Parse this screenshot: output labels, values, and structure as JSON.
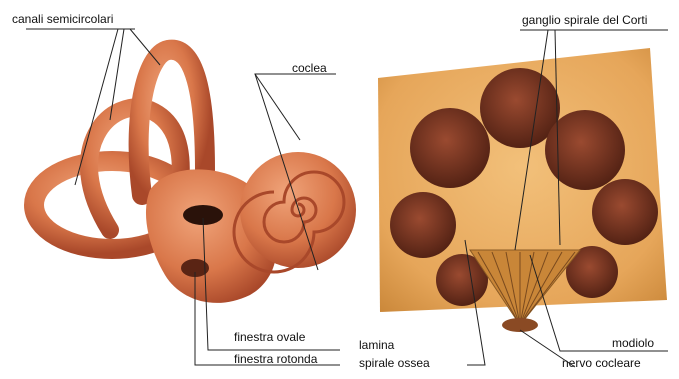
{
  "labels": {
    "canali": "canali semicircolari",
    "coclea": "coclea",
    "finestra_ovale": "finestra ovale",
    "finestra_rotonda": "finestra rotonda",
    "ganglio": "ganglio spirale del Corti",
    "modiolo": "modiolo",
    "lamina_1": "lamina",
    "lamina_2": "spirale ossea",
    "nervo": "nervo cocleare"
  },
  "colors": {
    "labyrinth": "#d9774a",
    "labyrinth_dark": "#a9482a",
    "bone": "#e6a65a",
    "bone_dark": "#c98638",
    "cavity": "#6b2f1e",
    "leader": "#222222"
  }
}
